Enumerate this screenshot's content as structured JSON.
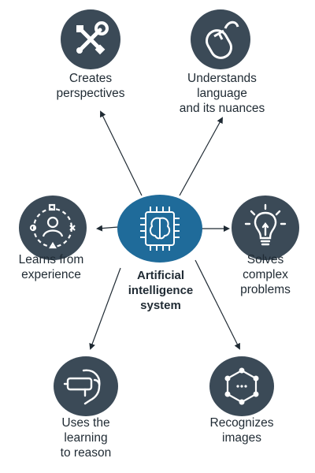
{
  "center": {
    "label_lines": [
      "Artificial",
      "intelligence",
      "system"
    ],
    "icon": "brain-chip-icon"
  },
  "nodes": [
    {
      "id": "creates-perspectives",
      "icon": "tools-icon",
      "label_lines": [
        "Creates",
        "perspectives"
      ]
    },
    {
      "id": "understands-language",
      "icon": "mouse-icon",
      "label_lines": [
        "Understands",
        "language",
        "and its nuances"
      ]
    },
    {
      "id": "learns-from-experience",
      "icon": "person-network-icon",
      "label_lines": [
        "Learns from",
        "experience"
      ]
    },
    {
      "id": "solves-complex-problems",
      "icon": "lightbulb-icon",
      "label_lines": [
        "Solves",
        "complex",
        "problems"
      ]
    },
    {
      "id": "uses-learning-to-reason",
      "icon": "vr-headset-icon",
      "label_lines": [
        "Uses the",
        "learning",
        "to reason"
      ]
    },
    {
      "id": "recognizes-images",
      "icon": "hexagon-network-icon",
      "label_lines": [
        "Recognizes",
        "images"
      ]
    }
  ],
  "colors": {
    "icon_circle": "#3b4a57",
    "center_circle": "#1f6b9a",
    "connector": "#1f2a33",
    "text": "#1f2a33"
  }
}
